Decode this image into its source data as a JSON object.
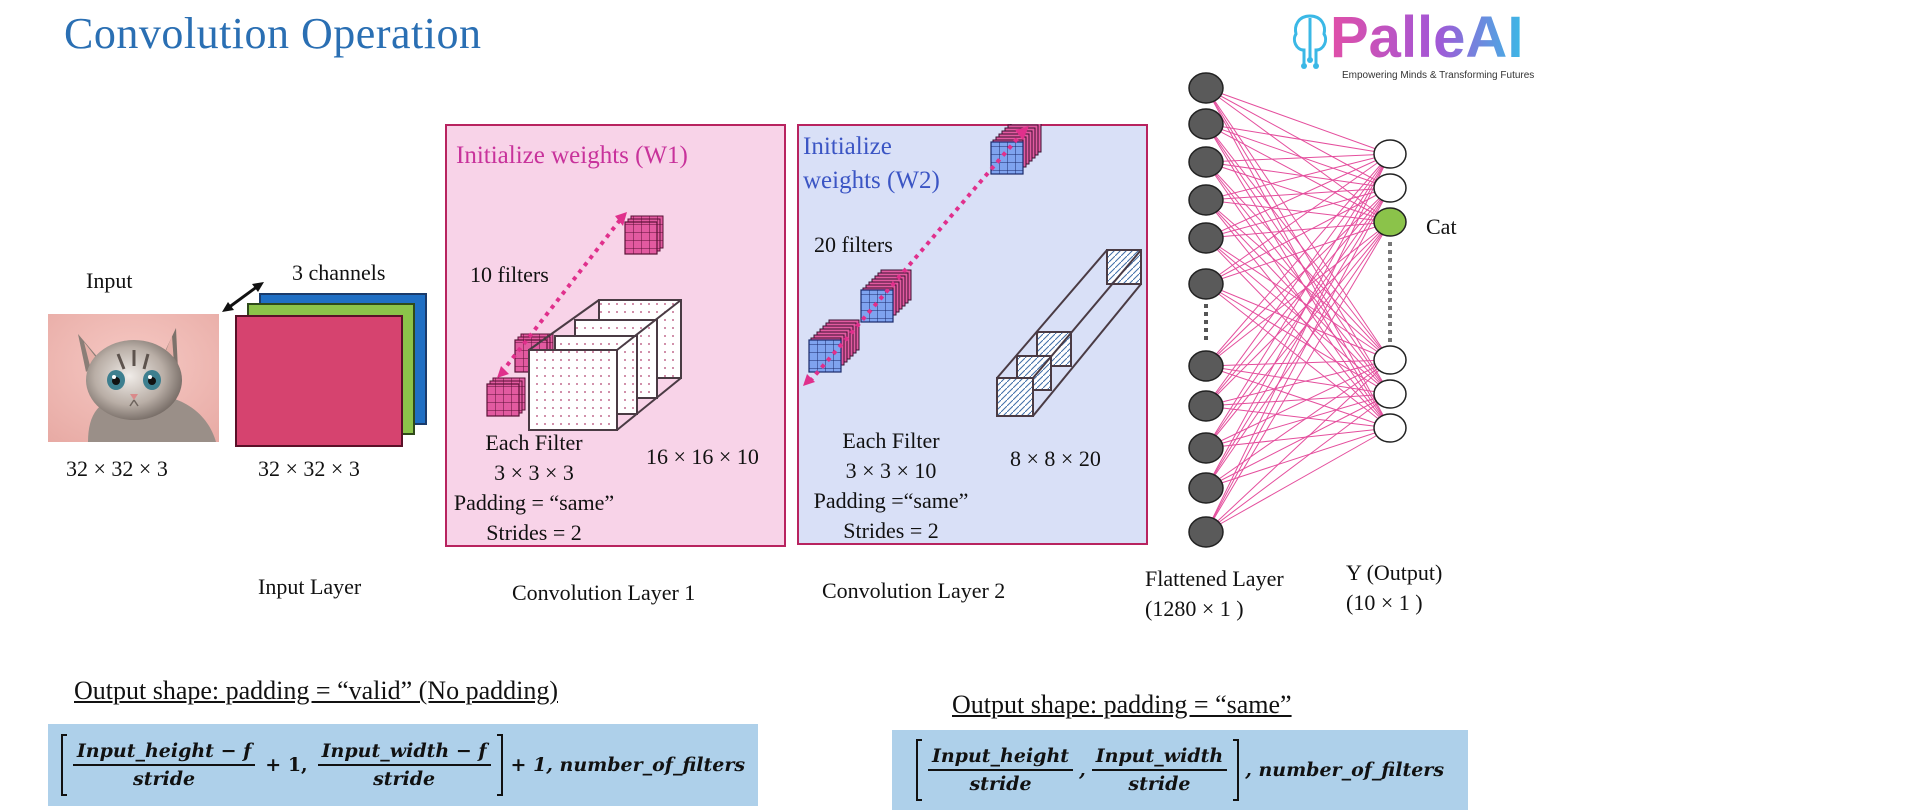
{
  "title": "Convolution Operation",
  "logo": {
    "text": "PalleAI",
    "tagline": "Empowering Minds & Transforming Futures",
    "icon": "brain-circuit-icon"
  },
  "input": {
    "label": "Input",
    "image": "kitten-photo",
    "shape": "32 × 32 × 3"
  },
  "input_layer": {
    "channels_label": "3 channels",
    "shape": "32 × 32 × 3",
    "caption": "Input Layer",
    "colors": [
      "#d6436f",
      "#8bc34a",
      "#1f6fc4"
    ]
  },
  "conv1": {
    "weights_label": "Initialize weights (W1)",
    "filters_label": "10 filters",
    "filter_spec": [
      "Each Filter",
      "3 × 3 × 3",
      "Padding = “same”",
      "Strides = 2"
    ],
    "output_shape": "16 × 16 × 10",
    "caption": "Convolution Layer 1",
    "background": "#f8d3e8"
  },
  "conv2": {
    "weights_label_line1": "Initialize",
    "weights_label_line2": "weights (W2)",
    "filters_label": "20 filters",
    "filter_spec": [
      "Each Filter",
      "3 × 3 × 10",
      "Padding =“same”",
      "Strides = 2"
    ],
    "output_shape": "8 × 8 × 20",
    "caption": "Convolution Layer 2",
    "background": "#d9e0f7"
  },
  "flatten": {
    "caption_line1": "Flattened Layer",
    "caption_line2": "(1280 × 1 )"
  },
  "output": {
    "caption_line1": "Y (Output)",
    "caption_line2": "(10 × 1 )",
    "active_label": "Cat",
    "active_color": "#8bc34a"
  },
  "formula_valid": {
    "heading": "Output shape: padding = “valid” (No padding)",
    "num1": "Input_height − f",
    "den1": "stride",
    "plus1": "+ 1,",
    "num2": "Input_width − f",
    "den2": "stride",
    "tail": "+ 1, number_of_filters"
  },
  "formula_same": {
    "heading": "Output shape: padding = “same”",
    "num1": "Input_height",
    "den1": "stride",
    "comma": ",",
    "num2": "Input_width",
    "den2": "stride",
    "tail": ", number_of_filters"
  }
}
